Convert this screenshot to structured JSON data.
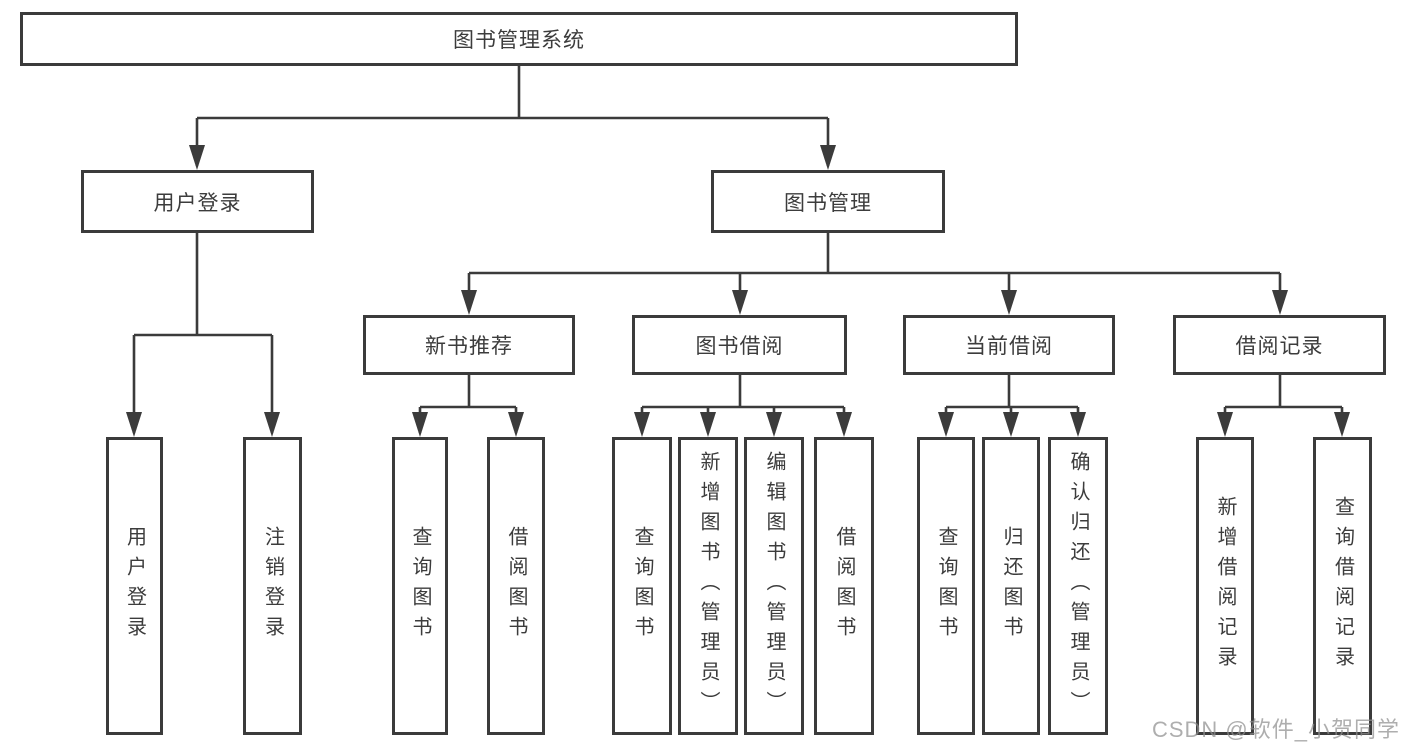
{
  "diagram_title": "图书管理系统",
  "tree": {
    "id": "library-system",
    "label": "图书管理系统",
    "children": [
      {
        "id": "user-login",
        "label": "用户登录",
        "children": [
          {
            "id": "user-login-action",
            "label": "用户登录"
          },
          {
            "id": "logout-action",
            "label": "注销登录"
          }
        ]
      },
      {
        "id": "book-management",
        "label": "图书管理",
        "children": [
          {
            "id": "new-book-recommend",
            "label": "新书推荐",
            "children": [
              {
                "id": "nb-query-books",
                "label": "查询图书"
              },
              {
                "id": "nb-borrow-books",
                "label": "借阅图书"
              }
            ]
          },
          {
            "id": "book-borrowing",
            "label": "图书借阅",
            "children": [
              {
                "id": "bb-query-books",
                "label": "查询图书"
              },
              {
                "id": "bb-add-books-admin",
                "label": "新增图书（管理员）"
              },
              {
                "id": "bb-edit-books-admin",
                "label": "编辑图书（管理员）"
              },
              {
                "id": "bb-borrow-books",
                "label": "借阅图书"
              }
            ]
          },
          {
            "id": "current-borrowing",
            "label": "当前借阅",
            "children": [
              {
                "id": "cb-query-books",
                "label": "查询图书"
              },
              {
                "id": "cb-return-books",
                "label": "归还图书"
              },
              {
                "id": "cb-confirm-return-admin",
                "label": "确认归还（管理员）"
              }
            ]
          },
          {
            "id": "borrowing-records",
            "label": "借阅记录",
            "children": [
              {
                "id": "rec-add-record",
                "label": "新增借阅记录"
              },
              {
                "id": "rec-query-record",
                "label": "查询借阅记录"
              }
            ]
          }
        ]
      }
    ]
  },
  "watermark": {
    "text": "CSDN @软件_小贺同学"
  },
  "colors": {
    "line": "#3b3b3b",
    "text": "#3c3c3c",
    "background": "#ffffff",
    "watermark_text": "#8f8f8f"
  }
}
